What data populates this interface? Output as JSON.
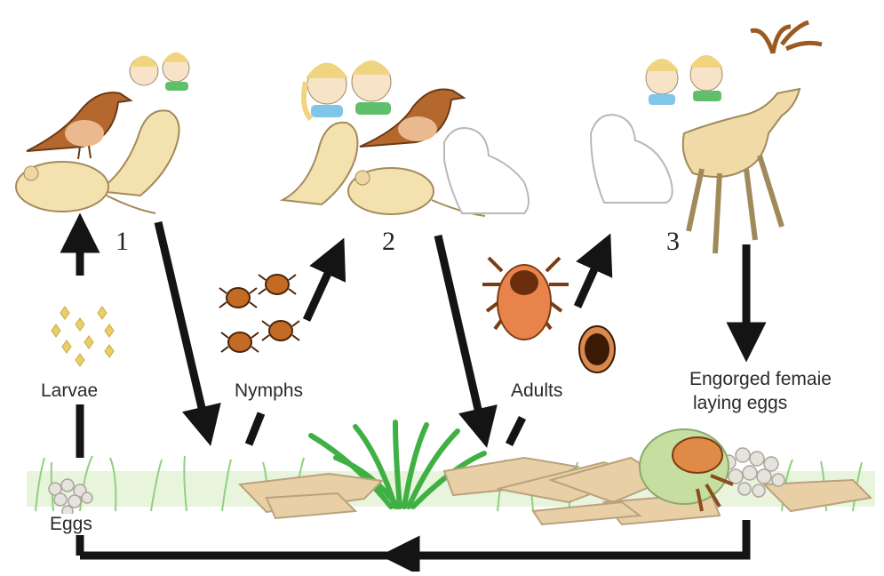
{
  "stages": [
    {
      "number": "1",
      "hosts": [
        "bird",
        "chipmunk",
        "mouse",
        "children"
      ]
    },
    {
      "number": "2",
      "hosts": [
        "bird",
        "chipmunk",
        "mouse",
        "dog",
        "children"
      ]
    },
    {
      "number": "3",
      "hosts": [
        "dog",
        "deer",
        "children"
      ]
    }
  ],
  "labels": {
    "larvae": "Larvae",
    "nymphs": "Nymphs",
    "adults": "Adults",
    "engorged_line1": "Engorged femaie",
    "engorged_line2": "laying eggs",
    "eggs": "Eggs"
  },
  "colors": {
    "arrow": "#141414",
    "grass": "#7cc56a",
    "leaves": "#e8cfa6",
    "tick_body": "#b85a1c",
    "tick_shield": "#e9834c",
    "egg": "#e9cf6a",
    "animal": "#f3e2b0",
    "bird": "#b5682e"
  }
}
